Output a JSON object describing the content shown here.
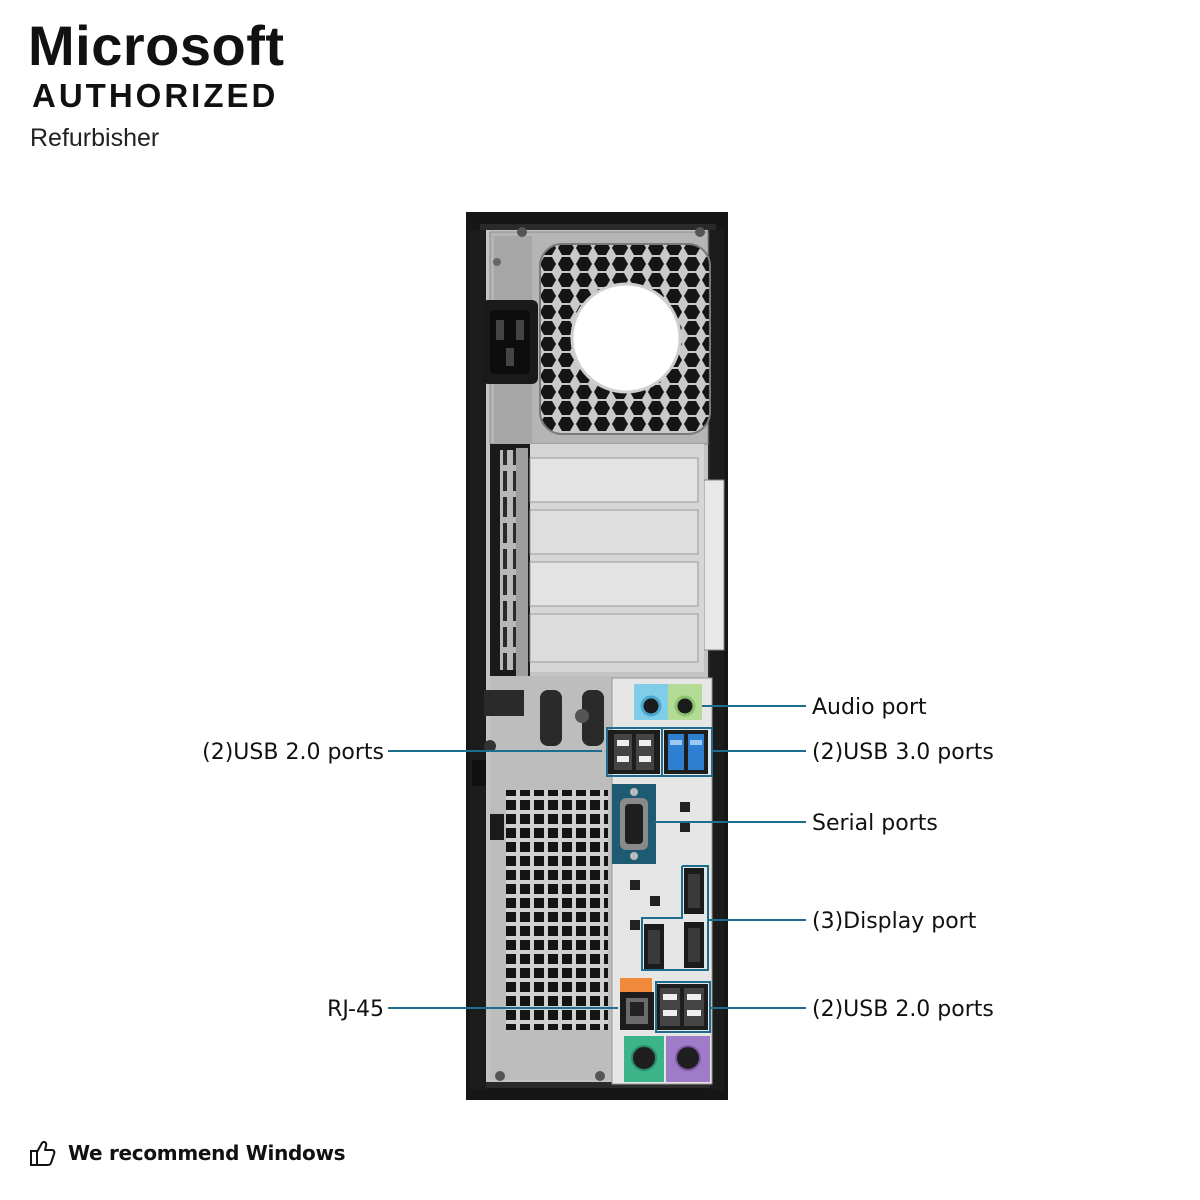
{
  "brand": {
    "line1": "Microsoft",
    "line2": "AUTHORIZED",
    "line3": "Refurbisher"
  },
  "callouts": {
    "audio": "Audio port",
    "usb3": "(2)USB 3.0 ports",
    "serial": "Serial ports",
    "display": "(3)Display port",
    "usb2_right": "(2)USB 2.0 ports",
    "usb2_left": "(2)USB 2.0 ports",
    "rj45": "RJ-45"
  },
  "footer": {
    "icon": "thumbs-up-icon",
    "text": "We recommend Windows"
  },
  "colors": {
    "callout_line": "#1f6d8c",
    "case_black": "#1a1a1a",
    "panel_grey": "#bcbcbc",
    "audio_blue": "#6cc3e0",
    "audio_green": "#a8d58a",
    "usb3_blue": "#2f7fd0",
    "ps2_green": "#3cb48a",
    "ps2_purple": "#a07cc8",
    "rj45_orange": "#f08a3a"
  }
}
